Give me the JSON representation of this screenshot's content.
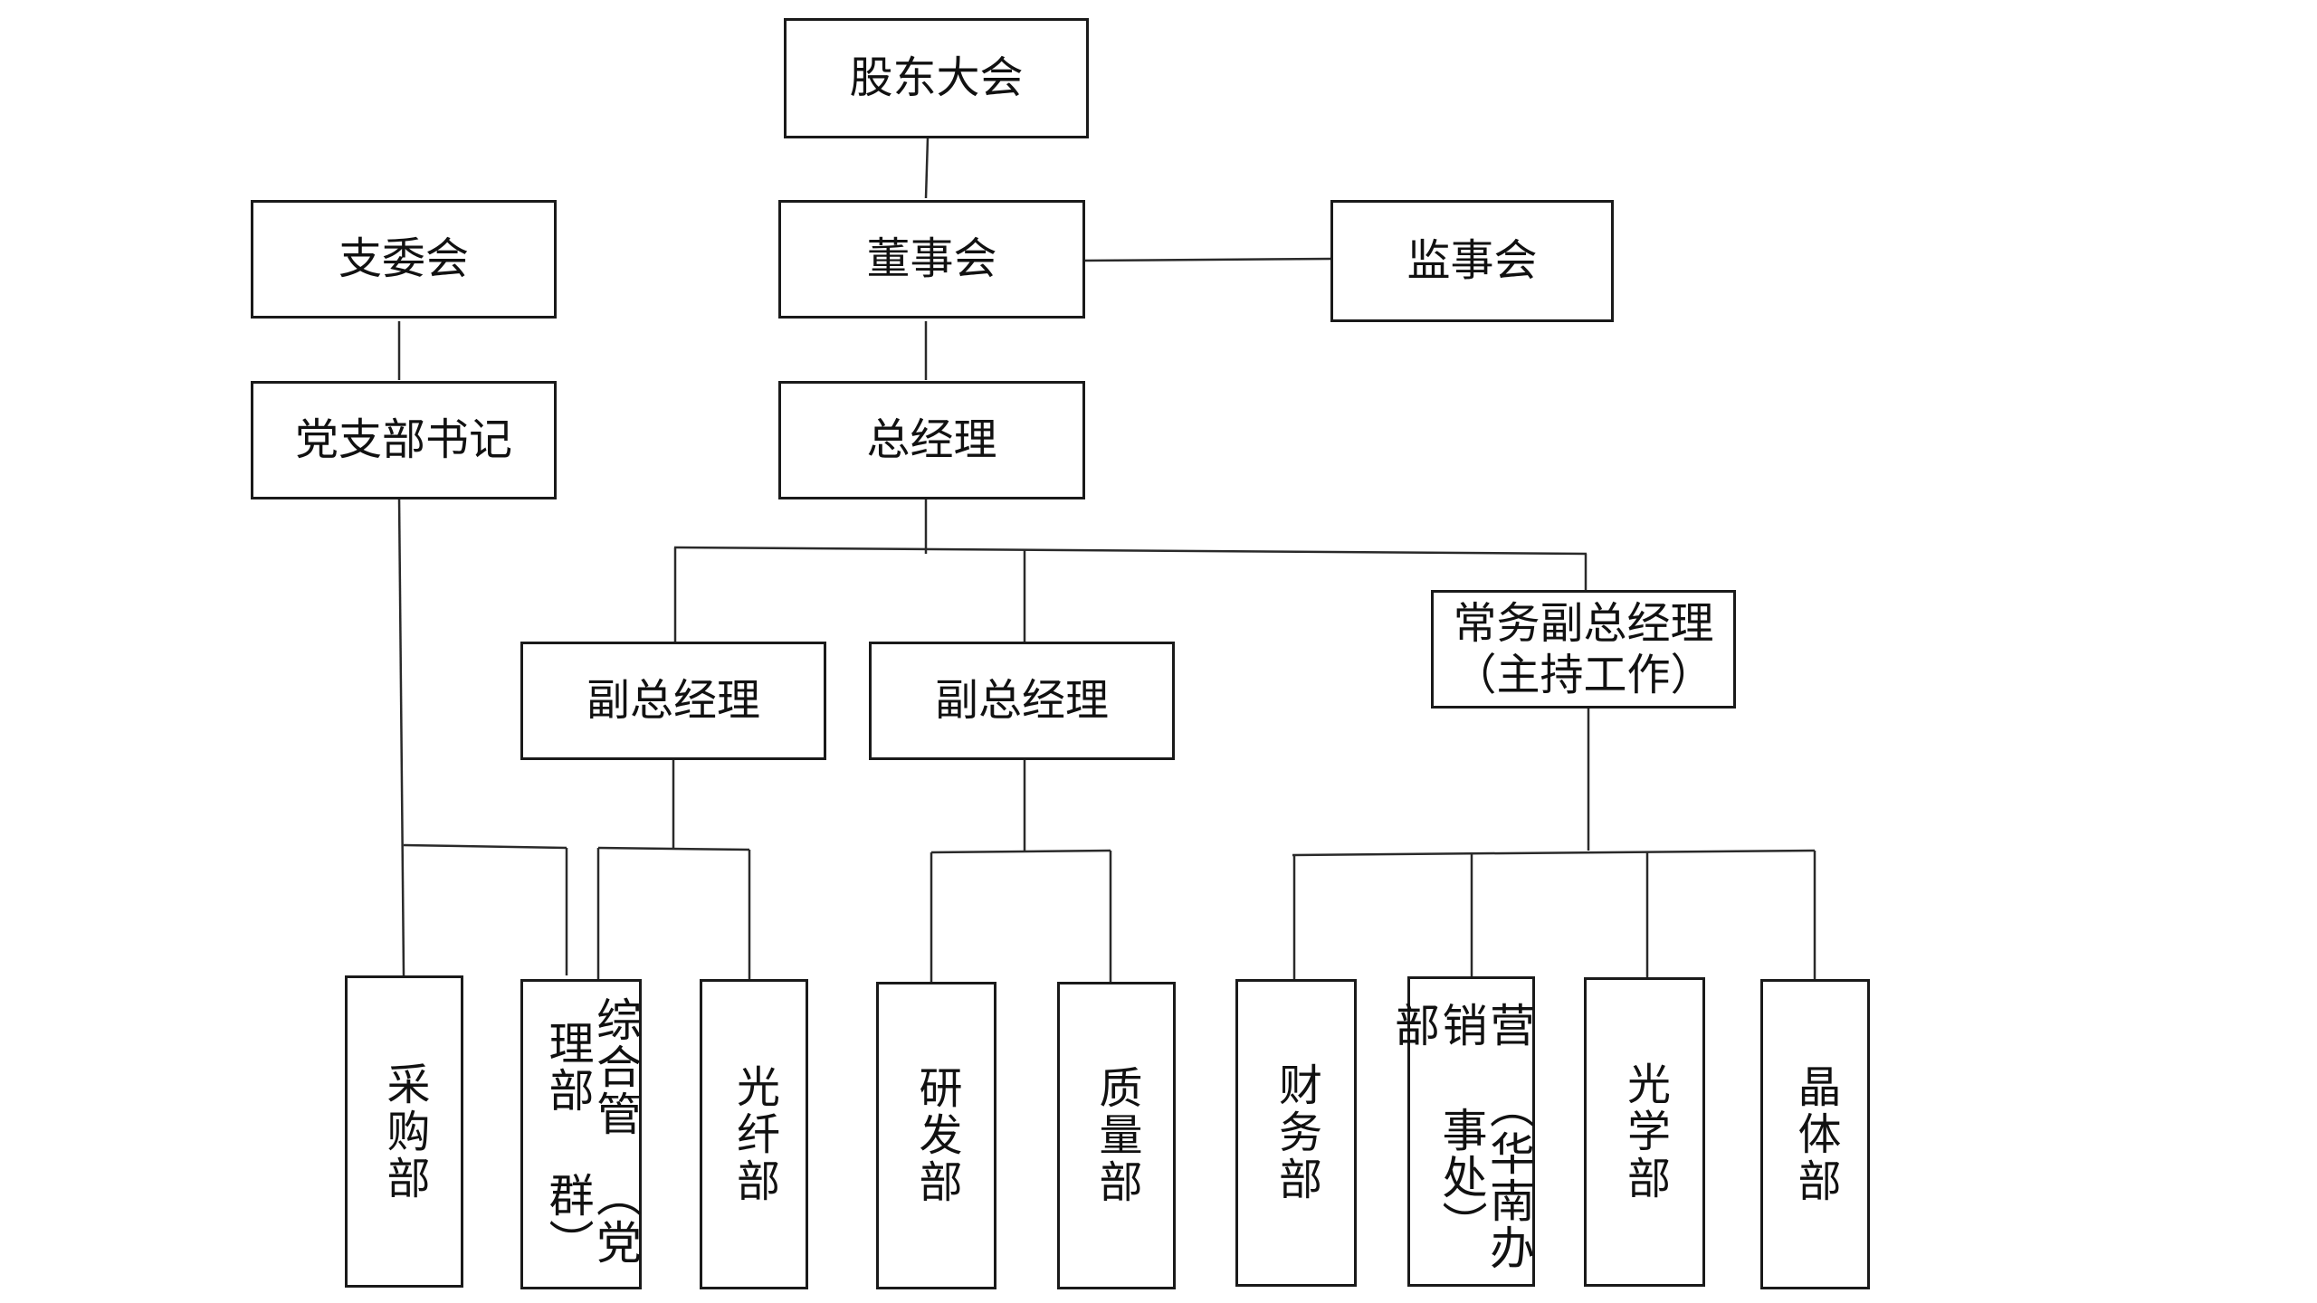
{
  "nodes": {
    "shareholders": "股东大会",
    "board": "董事会",
    "supervisors": "监事会",
    "branch_committee": "支委会",
    "party_secretary": "党支部书记",
    "general_manager": "总经理",
    "deputy_gm_1": "副总经理",
    "deputy_gm_2": "副总经理",
    "exec_deputy_gm": {
      "line1": "常务副总经理",
      "line2": "（主持工作）"
    },
    "purchasing": "采购部",
    "admin_dept": {
      "line1": "综合管理部",
      "line2": "（党群）"
    },
    "fiber": "光纤部",
    "rnd": "研发部",
    "quality": "质量部",
    "finance": "财务部",
    "sales": {
      "line1": "营销部",
      "line2": "（华南办事处）"
    },
    "optics": "光学部",
    "crystal": "晶体部"
  }
}
